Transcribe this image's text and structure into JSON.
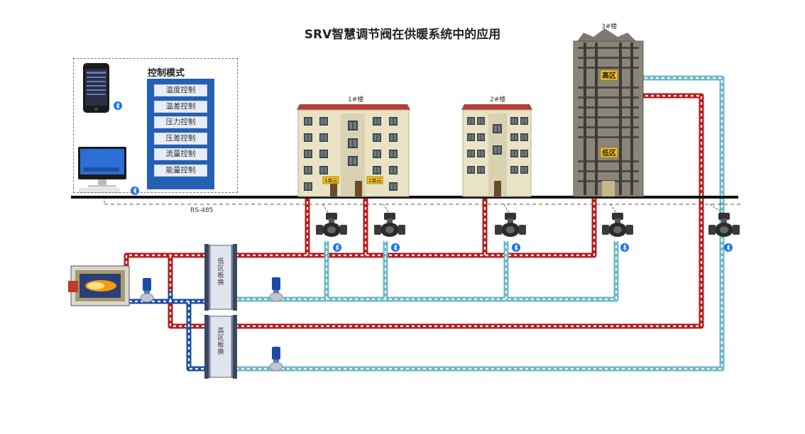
{
  "title": "SRV智慧调节阀在供暖系统中的应用",
  "control_panel": {
    "title": "控制模式",
    "modes": [
      "温度控制",
      "温差控制",
      "压力控制",
      "压差控制",
      "流量控制",
      "能量控制"
    ]
  },
  "buildings": {
    "b1": {
      "label": "1#楼",
      "units": [
        "1单元",
        "2单元"
      ]
    },
    "b2": {
      "label": "2#楼"
    },
    "b3": {
      "label": "3#楼",
      "zones": [
        "高区",
        "低区"
      ]
    }
  },
  "bus_label": "RS-485",
  "heat_exchangers": {
    "low": "低区板换",
    "high": "高区板换"
  },
  "colors": {
    "supply": "#d42a2a",
    "return": "#9fd9e6",
    "primary": "#1e4fa0",
    "panel": "#2461b4"
  },
  "icons": [
    "smartphone-icon",
    "monitor-icon",
    "bluetooth-icon",
    "valve-icon",
    "pump-icon",
    "boiler-icon"
  ]
}
